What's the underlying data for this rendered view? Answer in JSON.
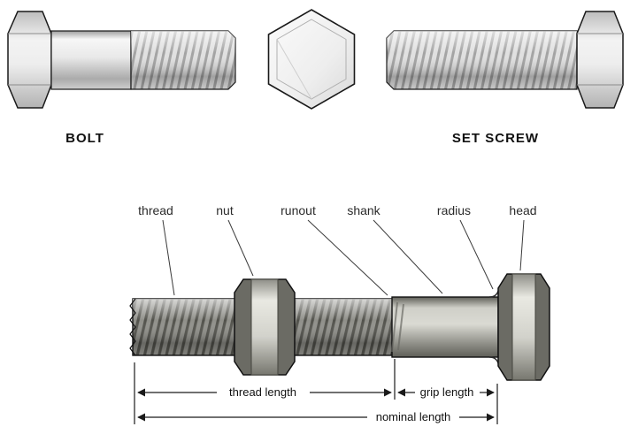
{
  "top_row": {
    "bolt_label": "BOLT",
    "set_screw_label": "SET SCREW"
  },
  "bottom_diagram": {
    "labels": {
      "thread": "thread",
      "nut": "nut",
      "runout": "runout",
      "shank": "shank",
      "radius": "radius",
      "head": "head"
    },
    "dimensions": {
      "thread_length": "thread length",
      "grip_length": "grip length",
      "nominal_length": "nominal length"
    }
  },
  "colors": {
    "outline": "#1a1a1a",
    "light_metal": "#e6e6e6",
    "dark_metal": "#6b6b64",
    "background": "#ffffff"
  }
}
